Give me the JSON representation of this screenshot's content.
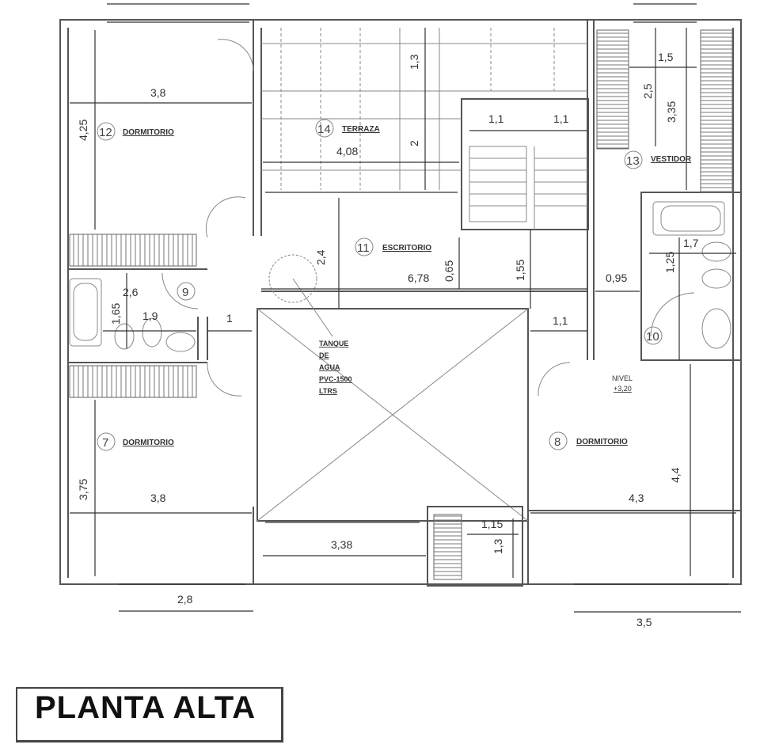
{
  "title": "PLANTA ALTA",
  "rooms": {
    "r12": {
      "num": "12",
      "name": "DORMITORIO"
    },
    "r14": {
      "num": "14",
      "name": "TERRAZA"
    },
    "r11": {
      "num": "11",
      "name": "ESCRITORIO"
    },
    "r13": {
      "num": "13",
      "name": "VESTIDOR"
    },
    "r9": {
      "num": "9"
    },
    "r10": {
      "num": "10"
    },
    "r7": {
      "num": "7",
      "name": "DORMITORIO"
    },
    "r8": {
      "num": "8",
      "name": "DORMITORIO"
    }
  },
  "tank": {
    "l1": "TANQUE",
    "l2": "DE",
    "l3": "AGUA",
    "l4": "PVC-1500",
    "l5": "LTRS"
  },
  "level": {
    "label": "NIVEL",
    "value": "+3,20"
  },
  "dims": {
    "d12w": "3,8",
    "d12h": "4,25",
    "d14w": "4,08",
    "d14a": "1,3",
    "d14b": "2",
    "stair1": "1,1",
    "stair2": "1,1",
    "v15": "1,5",
    "v25": "2,5",
    "v335": "3,35",
    "e24": "2,4",
    "e678": "6,78",
    "e065": "0,65",
    "e155": "1,55",
    "c095": "0,95",
    "b17": "1,7",
    "b125": "1,25",
    "b26": "2,6",
    "b165": "1,65",
    "b19": "1,9",
    "h1": "1",
    "h11": "1,1",
    "d7h": "3,75",
    "d7w": "3,8",
    "t338": "3,38",
    "s115": "1,15",
    "s13": "1,3",
    "d8h": "4,4",
    "d8w": "4,3",
    "o28": "2,8",
    "o35": "3,5"
  }
}
